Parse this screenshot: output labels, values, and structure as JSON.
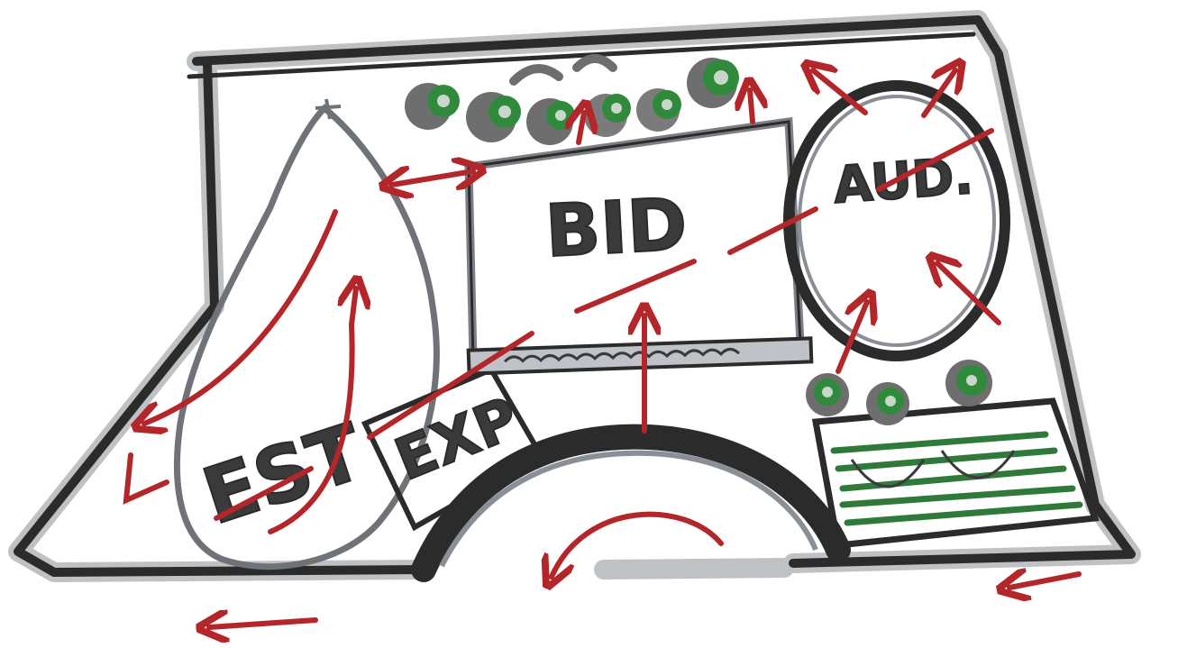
{
  "labels": {
    "est": "EST",
    "exp": "EXP",
    "bid": "BID",
    "aud": "AUD."
  },
  "colors": {
    "background": "#ffffff",
    "outline": "#2b2b2b",
    "outline_shadow": "#8a8f96",
    "arrow": "#b3262a",
    "tree": "#2f8a3c",
    "tree_shadow": "#6e6e6e",
    "stripes": "#2f7a3a"
  },
  "icons": {
    "trees": "tree-circle-icon",
    "arrows": "arrow-icon",
    "bench": "bench-icon"
  }
}
